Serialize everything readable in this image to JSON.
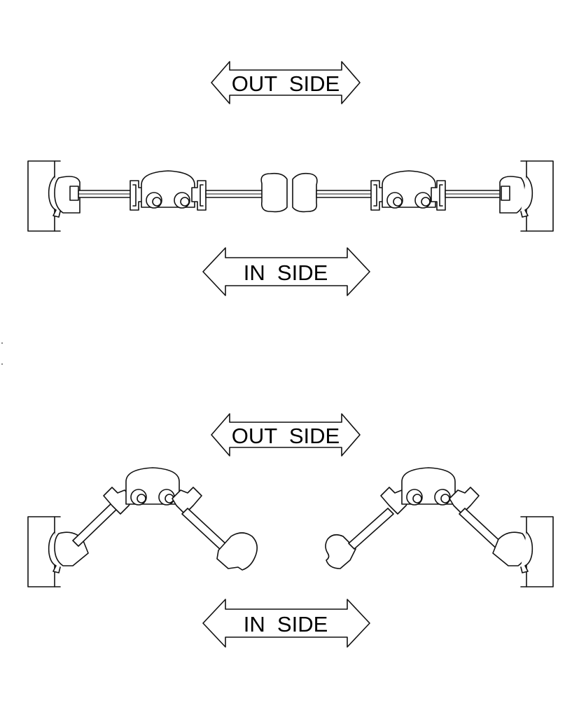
{
  "diagram": {
    "closed_view": {
      "outside_label": "OUT  SIDE",
      "inside_label": "IN  SIDE"
    },
    "open_view": {
      "outside_label": "OUT  SIDE",
      "inside_label": "IN  SIDE"
    }
  },
  "colors": {
    "line": "#111111",
    "background": "#ffffff"
  }
}
